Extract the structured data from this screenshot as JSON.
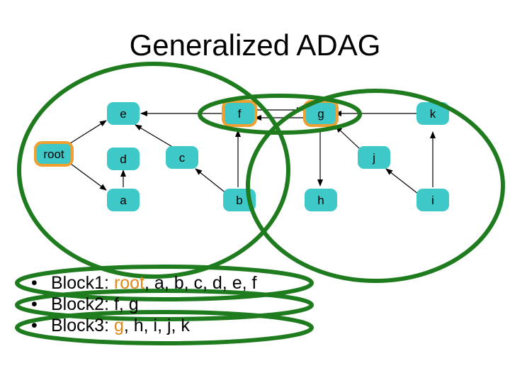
{
  "title": "Generalized ADAG",
  "colors": {
    "node_fill": "#3fc8c8",
    "highlight_border": "#f0a030",
    "group_ellipse": "#1e7b1e",
    "highlight_text": "#e0891a"
  },
  "nodes": {
    "root": "root",
    "e": "e",
    "f": "f",
    "g": "g",
    "k": "k",
    "d": "d",
    "c": "c",
    "j": "j",
    "a": "a",
    "b": "b",
    "h": "h",
    "i": "i"
  },
  "bullets": [
    {
      "marker": "•",
      "prefix": "Block1: ",
      "highlight": "root",
      "rest": ", a, b, c, d, e, f"
    },
    {
      "marker": "•",
      "prefix": "Block2: ",
      "highlight": "",
      "rest": "f, g"
    },
    {
      "marker": "•",
      "prefix": "Block3: ",
      "highlight": "g",
      "rest": ", h, i, j, k"
    }
  ]
}
